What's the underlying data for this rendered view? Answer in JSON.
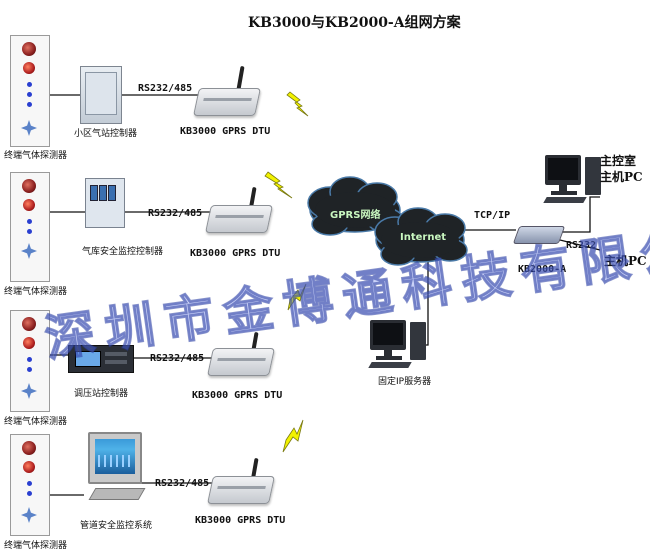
{
  "title": "KB3000与KB2000-A组网方案",
  "terminal_label": "终端气体探测器",
  "sites": [
    {
      "controller_label": "小区气站控制器",
      "link_label": "RS232/485",
      "dtu_label": "KB3000 GPRS DTU"
    },
    {
      "controller_label": "气库安全监控控制器",
      "link_label": "RS232/485",
      "dtu_label": "KB3000 GPRS DTU"
    },
    {
      "controller_label": "调压站控制器",
      "link_label": "RS232/485",
      "dtu_label": "KB3000 GPRS DTU"
    },
    {
      "controller_label": "管道安全监控系统",
      "link_label": "RS232/485",
      "dtu_label": "KB3000 GPRS DTU"
    }
  ],
  "network": {
    "gprs_label": "GPRS网络",
    "internet_label": "Internet",
    "tcpip_label": "TCP/IP",
    "kb2000_label": "KB2000-A",
    "rs232_label": "RS232",
    "server_label": "固定IP服务器",
    "main_room_label_1": "主控室",
    "main_room_label_2": "主机PC",
    "host_pc_label": "主机PC"
  },
  "watermark": "深圳市金博通科技有限公司",
  "colors": {
    "wire": "#111111",
    "cloud_dark": "#1f2326",
    "cloud_edge": "#4a7aa8",
    "lightning": "#f2f200",
    "lightning_stroke": "#7a7a10"
  },
  "icons": {
    "gas_sensor": "gas-sensor-icon",
    "dtu": "gprs-dtu-icon",
    "lightning": "lightning-bolt-icon",
    "cloud": "cloud-icon",
    "pc": "desktop-pc-icon"
  }
}
